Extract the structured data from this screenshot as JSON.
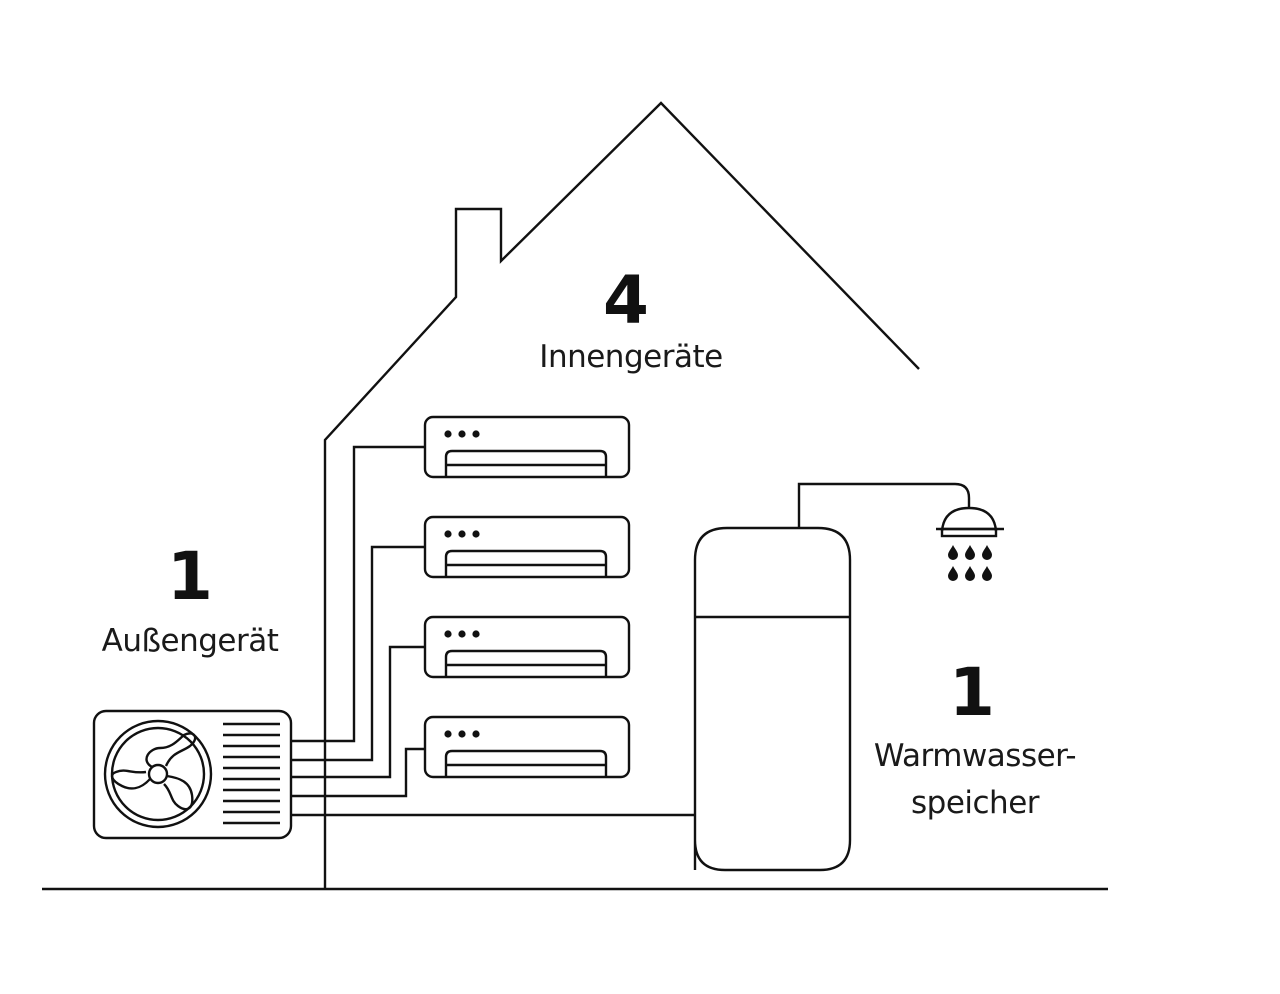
{
  "diagram": {
    "type": "heat-pump-system-schematic",
    "colors": {
      "line": "#111111",
      "background": "#ffffff"
    },
    "outdoor_unit": {
      "count": "1",
      "label": "Außengerät",
      "icon": "outdoor-fan-unit-icon"
    },
    "indoor_units": {
      "count": "4",
      "label": "Innengeräte",
      "icon": "wall-split-ac-unit-icon",
      "units": [
        {
          "id": "indoor-unit-1"
        },
        {
          "id": "indoor-unit-2"
        },
        {
          "id": "indoor-unit-3"
        },
        {
          "id": "indoor-unit-4"
        }
      ]
    },
    "water_tank": {
      "count": "1",
      "label_line1": "Warmwasser-",
      "label_line2": "speicher",
      "icon": "water-tank-icon"
    },
    "shower": {
      "icon": "shower-head-icon",
      "drops": 6
    },
    "house": {
      "icon": "house-outline-icon"
    }
  }
}
